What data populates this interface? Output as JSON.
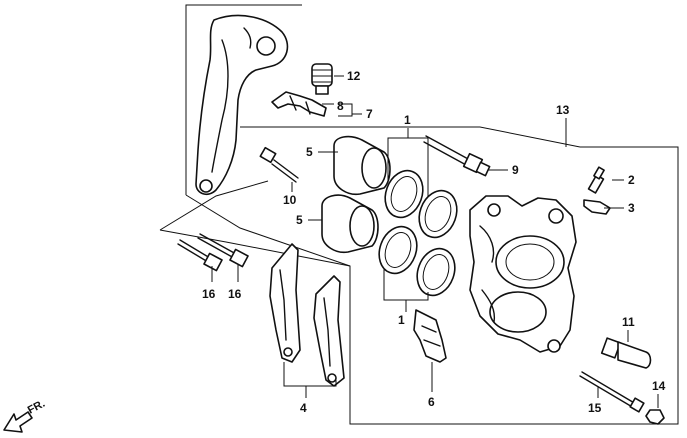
{
  "diagram": {
    "callouts": {
      "c1a": "1",
      "c1b": "1",
      "c2": "2",
      "c3": "3",
      "c4": "4",
      "c5a": "5",
      "c5b": "5",
      "c6": "6",
      "c7": "7",
      "c8": "8",
      "c9": "9",
      "c10": "10",
      "c11": "11",
      "c12": "12",
      "c13": "13",
      "c14": "14",
      "c15": "15",
      "c16a": "16",
      "c16b": "16"
    },
    "direction_label": "FR."
  }
}
